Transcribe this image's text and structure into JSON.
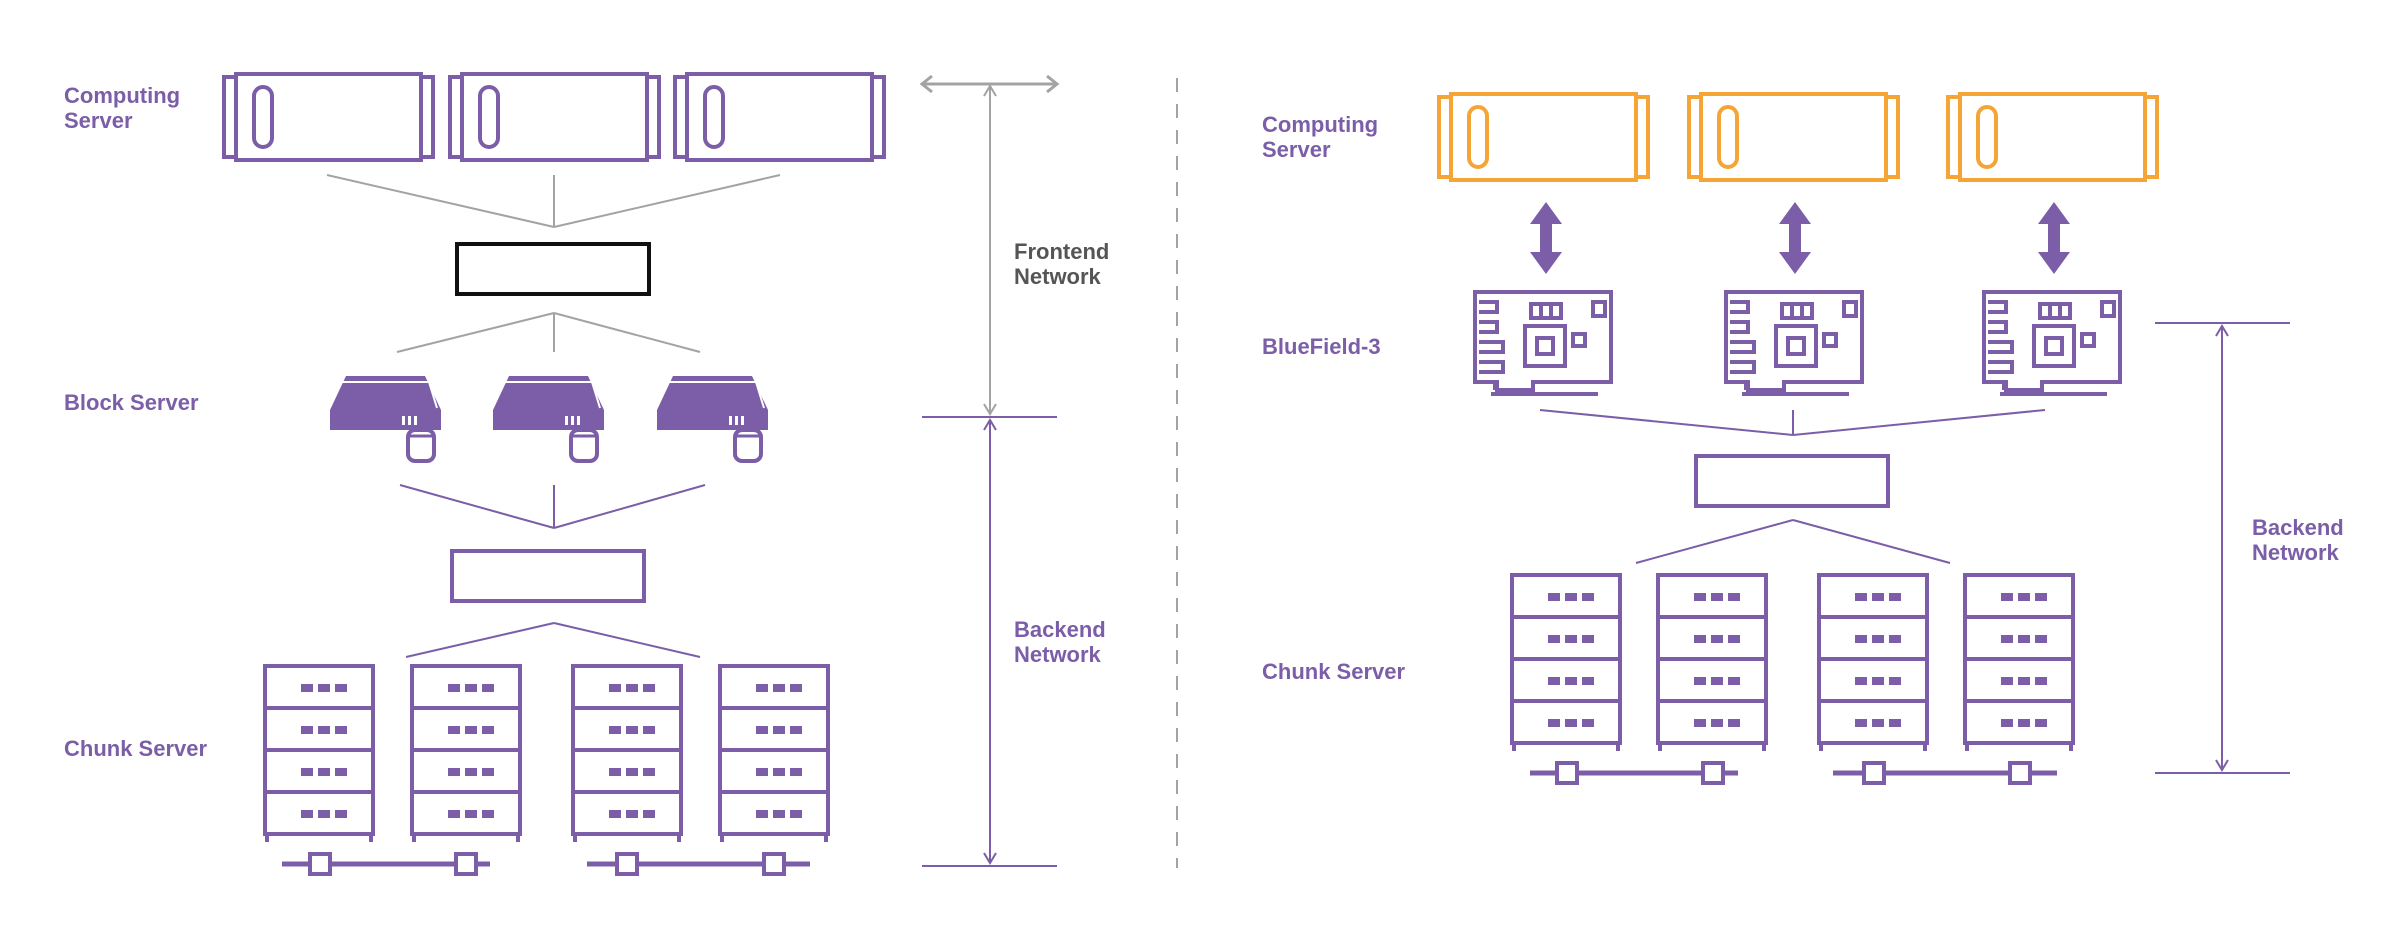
{
  "left": {
    "computing_server_label": [
      "Computing",
      "Server"
    ],
    "block_server_label": "Block Server",
    "chunk_server_label": "Chunk Server",
    "frontend_network_label": [
      "Frontend",
      "Network"
    ],
    "backend_network_label": [
      "Backend",
      "Network"
    ]
  },
  "right": {
    "computing_server_label": [
      "Computing",
      "Server"
    ],
    "bluefield_label": "BlueField-3",
    "chunk_server_label": "Chunk Server",
    "backend_network_label": [
      "Backend",
      "Network"
    ]
  },
  "colors": {
    "purple": "#7b5ea7",
    "orange": "#f5a536",
    "gray_text": "#555555",
    "gray_line": "#a3a3a3",
    "black": "#111111"
  },
  "icons": [
    "server-unit-icon",
    "network-switch-icon",
    "block-server-icon",
    "rack-icon",
    "dpu-card-icon",
    "bidirectional-arrow-icon"
  ]
}
